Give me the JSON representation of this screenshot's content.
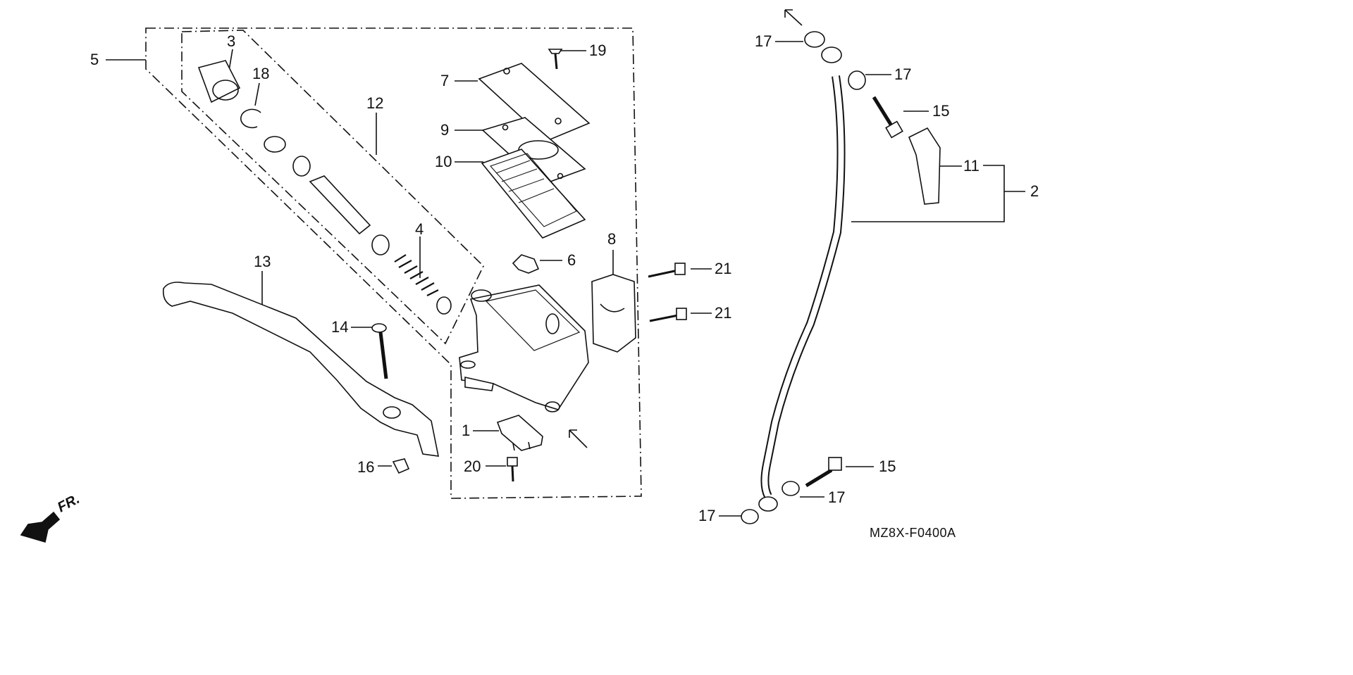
{
  "diagram_code": "MZ8X-F0400A",
  "front_label": "FR.",
  "callouts": {
    "c1": "1",
    "c2": "2",
    "c3": "3",
    "c4": "4",
    "c5": "5",
    "c6": "6",
    "c7": "7",
    "c8": "8",
    "c9": "9",
    "c10": "10",
    "c11": "11",
    "c12": "12",
    "c13": "13",
    "c14": "14",
    "c15a": "15",
    "c15b": "15",
    "c16": "16",
    "c17a": "17",
    "c17b": "17",
    "c17c": "17",
    "c17d": "17",
    "c18": "18",
    "c19": "19",
    "c20": "20",
    "c21a": "21",
    "c21b": "21"
  },
  "colors": {
    "ink": "#111111",
    "fill": "#ffffff",
    "shade": "#bfbfbf"
  }
}
